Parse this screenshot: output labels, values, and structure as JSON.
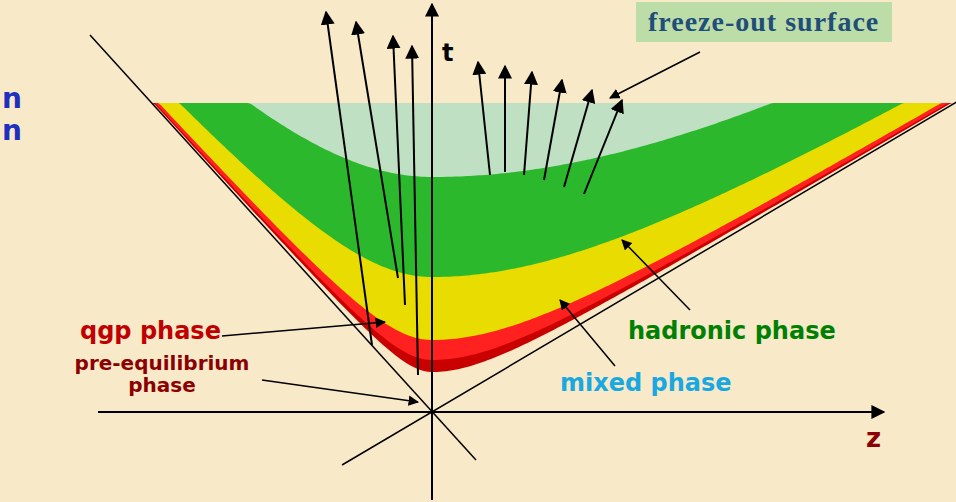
{
  "diagram": {
    "nodes": [
      {
        "text": [
          "freeze-out surface"
        ]
      }
    ],
    "labels": [
      "t",
      "z",
      "qgp phase",
      "pre-equilibrium phase",
      "mixed phase",
      "hadronic phase",
      "n",
      "n"
    ]
  }
}
